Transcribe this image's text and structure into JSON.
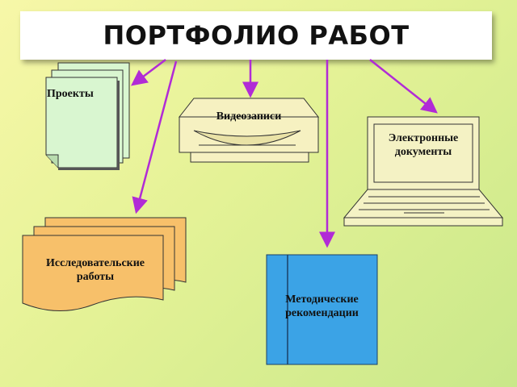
{
  "title": "ПОРТФОЛИО РАБОТ",
  "nodes": {
    "projects": "Проекты",
    "video": "Видеозаписи",
    "edocs_line1": "Электронные",
    "edocs_line2": "документы",
    "research_line1": "Исследовательские",
    "research_line2": "работы",
    "methods_line1": "Методические",
    "methods_line2": "рекомендации"
  },
  "colors": {
    "arrow": "#b12bd6",
    "projects_fill": "#d9f6d0",
    "video_fill": "#f6f1c1",
    "laptop_fill": "#f4f2c4",
    "research_fill": "#f7c06a",
    "methods_fill": "#3ba3e6"
  }
}
